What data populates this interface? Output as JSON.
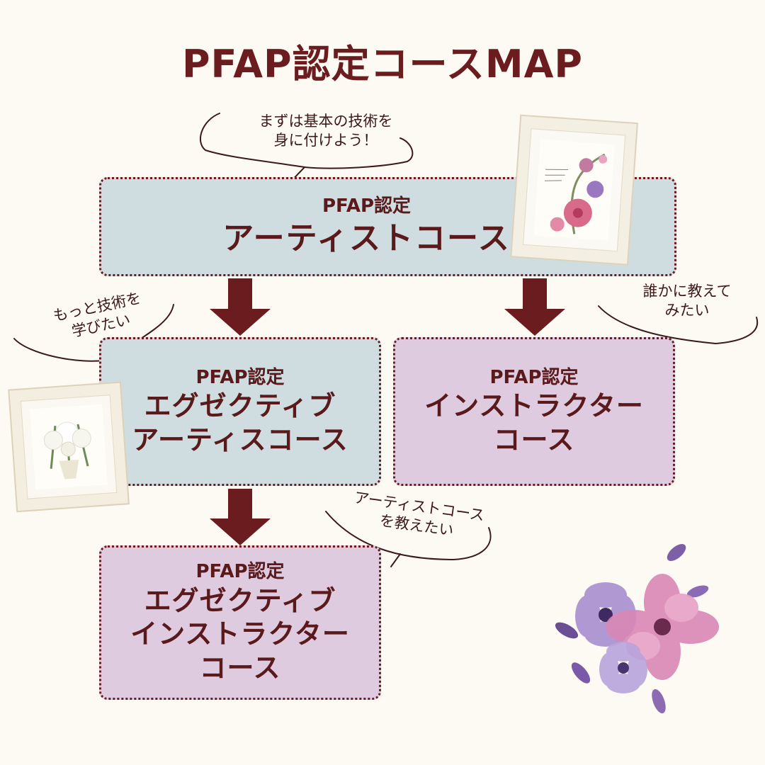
{
  "title": "PFAP認定コースMAP",
  "colors": {
    "accent": "#6b1c1f",
    "blue_box": "#cfdde0",
    "pink_box": "#decbdf",
    "background": "#fdfaf4"
  },
  "courses": {
    "artist": {
      "prefix": "PFAP認定",
      "name": "アーティストコース"
    },
    "exec_artist": {
      "prefix": "PFAP認定",
      "line1": "エグゼクティブ",
      "line2": "アーティスコース"
    },
    "instructor": {
      "prefix": "PFAP認定",
      "line1": "インストラクター",
      "line2": "コース"
    },
    "exec_instructor": {
      "prefix": "PFAP認定",
      "line1": "エグゼクティブ",
      "line2": "インストラクター",
      "line3": "コース"
    }
  },
  "notes": {
    "top": {
      "line1": "まずは基本の技術を",
      "line2": "身に付けよう！"
    },
    "left": {
      "line1": "もっと技術を",
      "line2": "学びたい"
    },
    "right": {
      "line1": "誰かに教えて",
      "line2": "みたい"
    },
    "bottom": {
      "line1": "アーティストコース",
      "line2": "を教えたい"
    }
  },
  "images": [
    "framed-flower-artwork",
    "framed-white-bouquet",
    "purple-flower-watercolor"
  ]
}
